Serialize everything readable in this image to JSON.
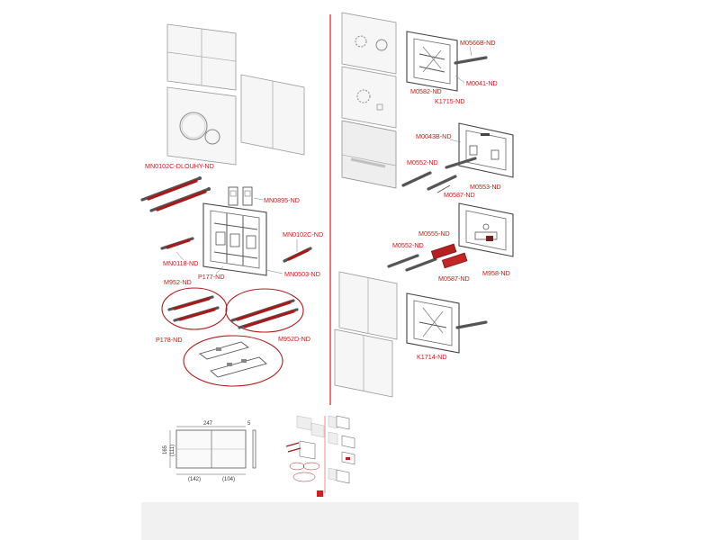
{
  "labels": {
    "mn0102c_dlouhy": "MN0102C-DLOUHY-ND",
    "mn0895": "MN0895-ND",
    "mn0102c": "MN0102C-ND",
    "mn0118": "MN0118-ND",
    "p177": "P177-ND",
    "mn0503": "MN0503-ND",
    "m952": "M952-ND",
    "p178": "P178-ND",
    "m952d": "M952D-ND",
    "m0566b": "M0566B-ND",
    "m0041": "M0041-ND",
    "m0582": "M0582-ND",
    "k1715": "K1715-ND",
    "m0043b": "M0043B-ND",
    "m0552_a": "M0552-ND",
    "m0553": "M0553-ND",
    "m0587_a": "M0587-ND",
    "m0555": "M0555-ND",
    "m0552_b": "M0552-ND",
    "m958": "M958-ND",
    "m0587_b": "M0587-ND",
    "k1714": "K1714-ND"
  },
  "dimensions": {
    "width_total": "247",
    "height_total": "165",
    "height_inner": "(111)",
    "width_left": "(142)",
    "width_right": "(104)",
    "depth": "5"
  },
  "colors": {
    "accent_red": "#d61e1e",
    "label_red": "#d01818",
    "part_red": "#a81a1a",
    "bottom_bar": "#f1f1f1"
  }
}
